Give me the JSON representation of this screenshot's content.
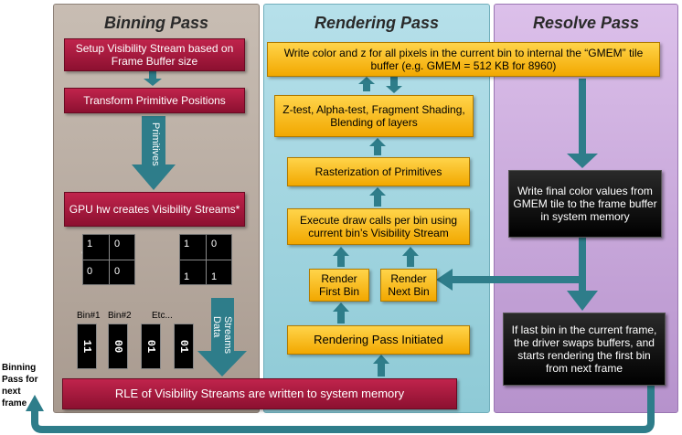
{
  "colors": {
    "binning_bg": "#b4a89e",
    "rendering_bg": "#9fd1dc",
    "resolve_bg": "#c9a8da",
    "arrow": "#2e7d8a",
    "red_box": "#a01838",
    "yellow_box": "#f5b800",
    "black_box": "#111111"
  },
  "columns": {
    "binning": "Binning Pass",
    "rendering": "Rendering Pass",
    "resolve": "Resolve Pass"
  },
  "binning": {
    "setup": "Setup  Visibility Stream based on Frame Buffer size",
    "transform": "Transform Primitive Positions",
    "primitives_label": "Primitives",
    "gpu_hw": "GPU hw creates Visibility Streams*",
    "grid_left": [
      "1",
      "0",
      "0",
      "0"
    ],
    "grid_right": [
      "1",
      "0",
      "1",
      "1"
    ],
    "bin_labels": [
      "Bin#1",
      "Bin#2",
      "Etc..."
    ],
    "bin_values": [
      "11",
      "00",
      "01",
      "01"
    ],
    "streams_label": "Streams Data",
    "rle": "RLE of Visibility  Streams  are written to system memory"
  },
  "rendering": {
    "write_color": "Write color and z for all pixels in the current bin to internal the “GMEM” tile buffer  (e.g. GMEM = 512 KB for 8960)",
    "ztest": "Z-test, Alpha-test, Fragment Shading, Blending of layers",
    "rasterization": "Rasterization of Primitives",
    "execute": "Execute draw calls per bin using current bin’s Visibility Stream",
    "render_first": "Render First Bin",
    "render_next": "Render Next Bin",
    "initiated": "Rendering Pass Initiated"
  },
  "resolve": {
    "write_final": "Write final color values from GMEM tile to the frame buffer in system memory",
    "last_bin": "If last bin in the current frame, the driver swaps buffers, and starts rendering the first bin from next frame"
  },
  "side_label": "Binning Pass for next frame"
}
